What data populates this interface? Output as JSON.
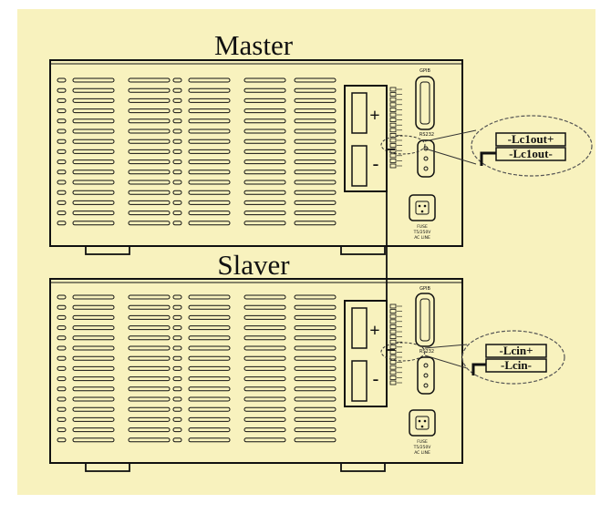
{
  "diagram": {
    "colors": {
      "background": "#f8f2be",
      "line": "#111111",
      "chassis_fill": "#f8f2be"
    },
    "master": {
      "title": "Master",
      "gpib_label": "GPIB",
      "rs232_label": "RS232",
      "plus_label": "+",
      "minus_label": "-",
      "fuse_label_lines": [
        "FUSE",
        "T5/250V",
        "AC LINE"
      ],
      "terminal_labels": [
        "-Lc1out+",
        "-Lc1out-"
      ]
    },
    "slaver": {
      "title": "Slaver",
      "gpib_label": "GPIB",
      "rs232_label": "RS232",
      "plus_label": "+",
      "minus_label": "-",
      "fuse_label_lines": [
        "FUSE",
        "T5/250V",
        "AC LINE"
      ],
      "terminal_labels": [
        "-Lcin+",
        "-Lcin-"
      ]
    }
  }
}
